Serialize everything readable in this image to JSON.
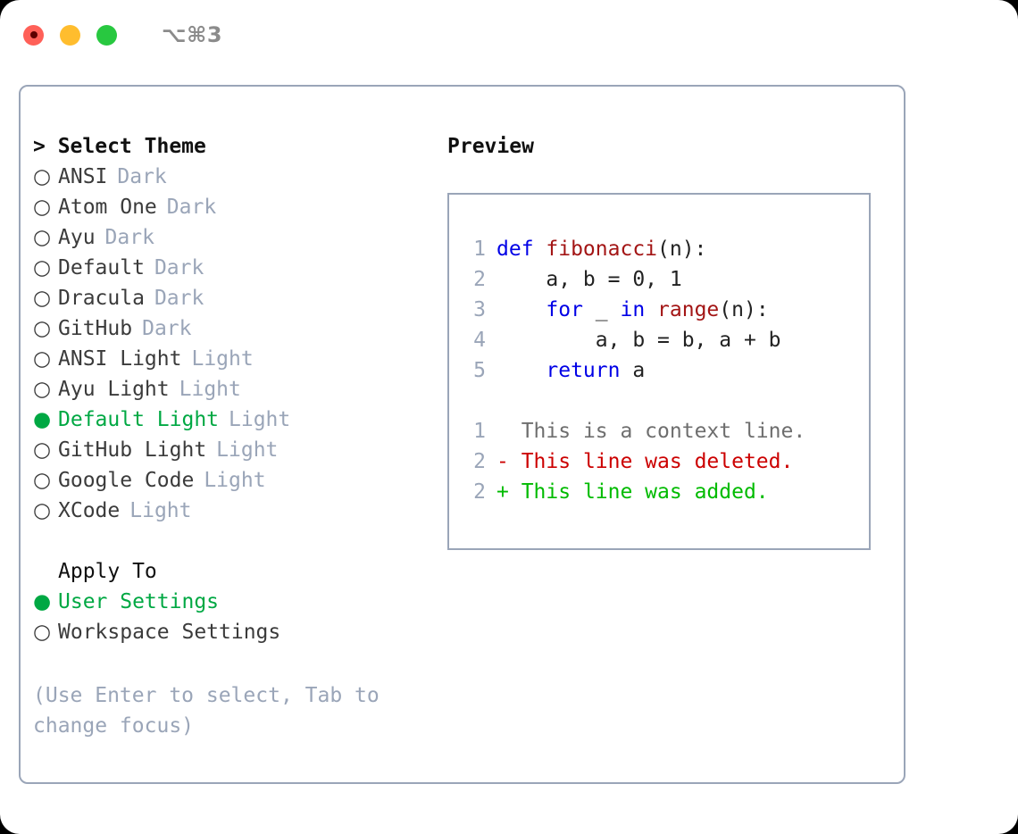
{
  "window": {
    "title": "⌥⌘3",
    "traffic_lights": [
      "close",
      "minimize",
      "maximize"
    ],
    "colors": {
      "close": "#ff6058",
      "minimize": "#ffbd2e",
      "maximize": "#28c840",
      "border": "#9aa5b8",
      "accent_green": "#00a843",
      "muted": "#9aa5b8"
    }
  },
  "theme_panel": {
    "header": "> Select Theme",
    "bullet_off": "○",
    "bullet_on": "●",
    "items": [
      {
        "name": "ANSI",
        "tag": "Dark",
        "selected": false
      },
      {
        "name": "Atom One",
        "tag": "Dark",
        "selected": false
      },
      {
        "name": "Ayu",
        "tag": "Dark",
        "selected": false
      },
      {
        "name": "Default",
        "tag": "Dark",
        "selected": false
      },
      {
        "name": "Dracula",
        "tag": "Dark",
        "selected": false
      },
      {
        "name": "GitHub",
        "tag": "Dark",
        "selected": false
      },
      {
        "name": "ANSI Light",
        "tag": "Light",
        "selected": false
      },
      {
        "name": "Ayu Light",
        "tag": "Light",
        "selected": false
      },
      {
        "name": "Default Light",
        "tag": "Light",
        "selected": true
      },
      {
        "name": "GitHub Light",
        "tag": "Light",
        "selected": false
      },
      {
        "name": "Google Code",
        "tag": "Light",
        "selected": false
      },
      {
        "name": "XCode",
        "tag": "Light",
        "selected": false
      }
    ]
  },
  "apply_to": {
    "header": "Apply To",
    "items": [
      {
        "name": "User Settings",
        "selected": true
      },
      {
        "name": "Workspace Settings",
        "selected": false
      }
    ]
  },
  "hint": "(Use Enter to select, Tab to change focus)",
  "preview": {
    "title": "Preview",
    "code_lines": [
      {
        "lineno": "1",
        "tokens": [
          {
            "text": "def ",
            "kind": "kw"
          },
          {
            "text": "fibonacci",
            "kind": "fn"
          },
          {
            "text": "(n):",
            "kind": "plain"
          }
        ]
      },
      {
        "lineno": "2",
        "tokens": [
          {
            "text": "    a, b = 0, 1",
            "kind": "plain"
          }
        ]
      },
      {
        "lineno": "3",
        "tokens": [
          {
            "text": "    ",
            "kind": "plain"
          },
          {
            "text": "for",
            "kind": "kw"
          },
          {
            "text": " _ ",
            "kind": "plain"
          },
          {
            "text": "in",
            "kind": "kw"
          },
          {
            "text": " ",
            "kind": "plain"
          },
          {
            "text": "range",
            "kind": "fn"
          },
          {
            "text": "(n):",
            "kind": "plain"
          }
        ]
      },
      {
        "lineno": "4",
        "tokens": [
          {
            "text": "        a, b = b, a + b",
            "kind": "plain"
          }
        ]
      },
      {
        "lineno": "5",
        "tokens": [
          {
            "text": "    ",
            "kind": "plain"
          },
          {
            "text": "return",
            "kind": "kw"
          },
          {
            "text": " a",
            "kind": "plain"
          }
        ]
      }
    ],
    "diff_lines": [
      {
        "lineno": "1",
        "marker": " ",
        "text": " This is a context line.",
        "kind": "ctx"
      },
      {
        "lineno": "2",
        "marker": "-",
        "text": " This line was deleted.",
        "kind": "del"
      },
      {
        "lineno": "2",
        "marker": "+",
        "text": " This line was added.",
        "kind": "add"
      }
    ]
  }
}
